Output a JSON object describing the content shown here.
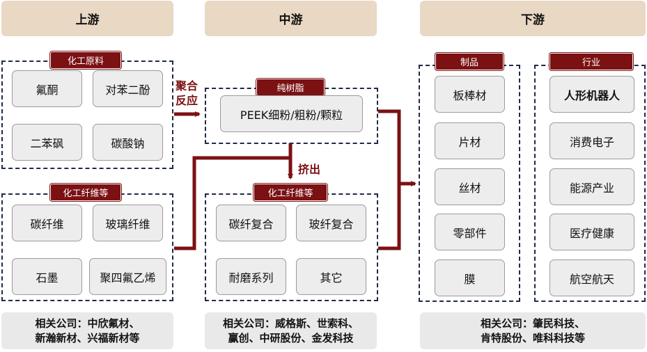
{
  "headers": {
    "upstream": "上游",
    "midstream": "中游",
    "downstream": "下游"
  },
  "upstream": {
    "group1": {
      "tag": "化工原料",
      "items": [
        "氟酮",
        "对苯二酚",
        "二苯砜",
        "碳酸钠"
      ]
    },
    "group2": {
      "tag": "化工纤维等",
      "items": [
        "碳纤维",
        "玻璃纤维",
        "石墨",
        "聚四氟乙烯"
      ]
    },
    "note": {
      "line1": "相关公司：中欣氟材、",
      "line2": "新瀚新材、兴福新材等"
    }
  },
  "midstream": {
    "group1": {
      "tag": "纯树脂",
      "items": [
        "PEEK细粉/粗粉/颗粒"
      ]
    },
    "group2": {
      "tag": "化工纤维等",
      "items": [
        "碳纤复合",
        "玻纤复合",
        "耐磨系列",
        "其它"
      ]
    },
    "note": {
      "line1": "相关公司：威格斯、世索科、",
      "line2": "赢创、中研股份、金发科技"
    }
  },
  "downstream": {
    "products": {
      "tag": "制品",
      "items": [
        "板棒材",
        "片材",
        "丝材",
        "零部件",
        "膜"
      ]
    },
    "industries": {
      "tag": "行业",
      "items": [
        "人形机器人",
        "消费电子",
        "能源产业",
        "医疗健康",
        "航空航天"
      ]
    },
    "note": {
      "line1": "相关公司：肇民科技、",
      "line2": "肯特股份、唯科科技等"
    }
  },
  "arrows": {
    "polymerize_line1": "聚合",
    "polymerize_line2": "反应",
    "extrude": "挤出"
  },
  "colors": {
    "accent": "#7b1113",
    "header_bg": "#e8d8c4",
    "dash": "#1f2a44",
    "box_bg": "#ededed",
    "note_bg": "#e9e9e9"
  }
}
